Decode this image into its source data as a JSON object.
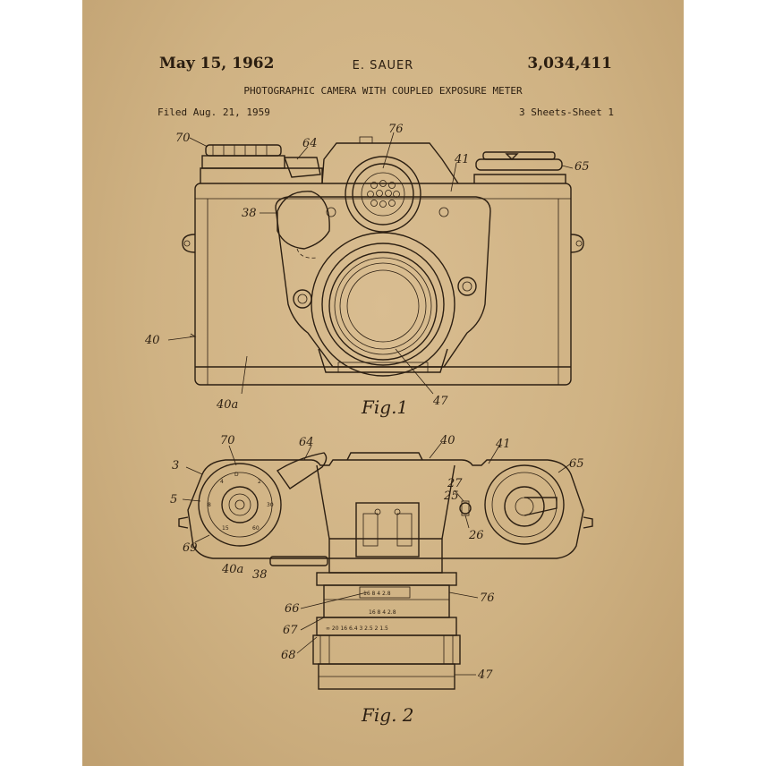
{
  "header": {
    "date": "May 15, 1962",
    "inventor": "E. SAUER",
    "patent_number": "3,034,411",
    "title": "PHOTOGRAPHIC CAMERA WITH COUPLED EXPOSURE METER",
    "filed": "Filed Aug. 21, 1959",
    "sheets": "3 Sheets-Sheet 1"
  },
  "figures": {
    "fig1_caption": "Fig.1",
    "fig2_caption": "Fig. 2"
  },
  "labels": {
    "r70": "70",
    "r64": "64",
    "r76": "76",
    "r41": "41",
    "r65": "65",
    "r38": "38",
    "r40": "40",
    "r40a": "40a",
    "r47": "47",
    "f2_70": "70",
    "f2_64": "64",
    "f2_40": "40",
    "f2_41": "41",
    "f2_65": "65",
    "f2_3": "3",
    "f2_5": "5",
    "f2_69": "69",
    "f2_40a": "40a",
    "f2_38": "38",
    "f2_27": "27",
    "f2_25": "25",
    "f2_26": "26",
    "f2_66": "66",
    "f2_76": "76",
    "f2_67": "67",
    "f2_68": "68",
    "f2_47": "47"
  },
  "colors": {
    "paper": "#cfb283",
    "ink": "#2c1f12"
  }
}
